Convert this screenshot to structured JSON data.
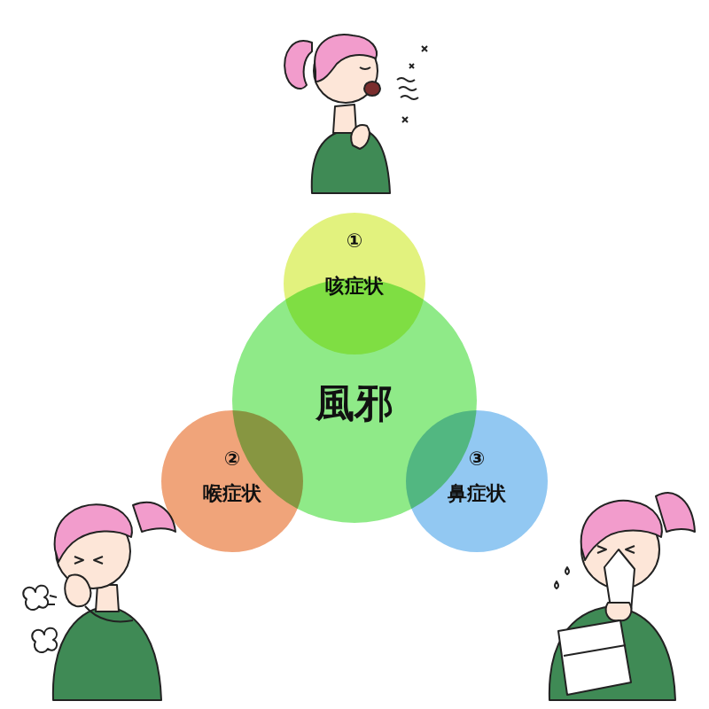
{
  "diagram": {
    "nodes": [
      {
        "text": [
          "①",
          "咳症状"
        ]
      },
      {
        "text": [
          "風邪"
        ]
      },
      {
        "text": [
          "②",
          "喉症状"
        ]
      },
      {
        "text": [
          "③",
          "鼻症状"
        ]
      }
    ]
  }
}
